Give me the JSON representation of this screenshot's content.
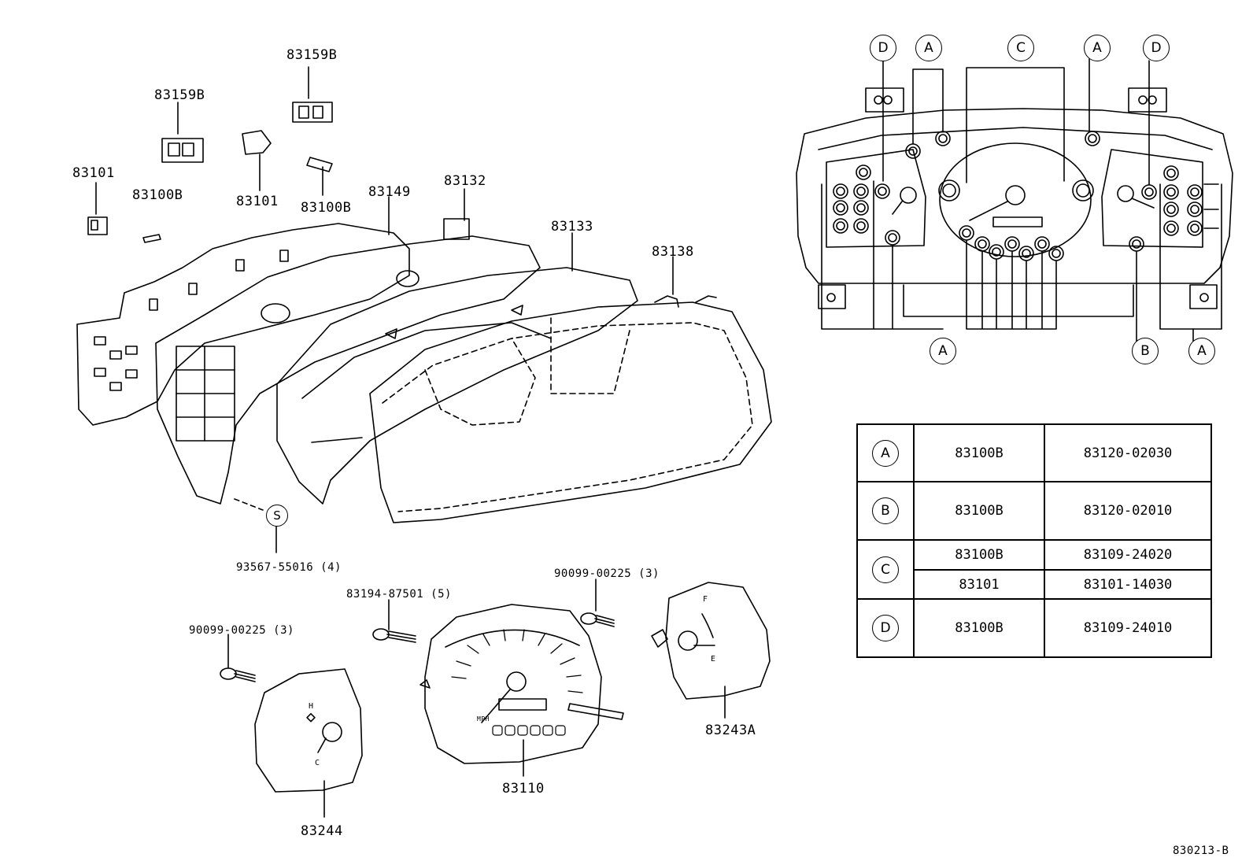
{
  "diagram_id": "830213-B",
  "part_labels": {
    "p83159B_top": "83159B",
    "p83159B_left": "83159B",
    "p83101_left": "83101",
    "p83101_mid": "83101",
    "p83100B_left": "83100B",
    "p83100B_mid": "83100B",
    "p83149": "83149",
    "p83132": "83132",
    "p83133": "83133",
    "p83138": "83138",
    "p93567": "93567-55016 (4)",
    "p90099_a": "90099-00225 (3)",
    "p90099_b": "90099-00225 (3)",
    "p83194": "83194-87501 (5)",
    "p83110": "83110",
    "p83243A": "83243A",
    "p83244": "83244",
    "screw_symbol": "S"
  },
  "cluster_callouts": {
    "top": [
      "D",
      "A",
      "C",
      "A",
      "D"
    ],
    "bottom": [
      "A",
      "B",
      "A"
    ]
  },
  "legend": [
    {
      "key": "A",
      "rows": [
        {
          "bulb": "83100B",
          "part": "83120-02030"
        }
      ]
    },
    {
      "key": "B",
      "rows": [
        {
          "bulb": "83100B",
          "part": "83120-02010"
        }
      ]
    },
    {
      "key": "C",
      "rows": [
        {
          "bulb": "83100B",
          "part": "83109-24020"
        },
        {
          "bulb": "83101",
          "part": "83101-14030"
        }
      ]
    },
    {
      "key": "D",
      "rows": [
        {
          "bulb": "83100B",
          "part": "83109-24010"
        }
      ]
    }
  ],
  "gauge_marks": {
    "fuel_full": "F",
    "fuel_empty": "E",
    "temp_hot": "H",
    "temp_cold": "C",
    "speed_unit": "MPH"
  }
}
